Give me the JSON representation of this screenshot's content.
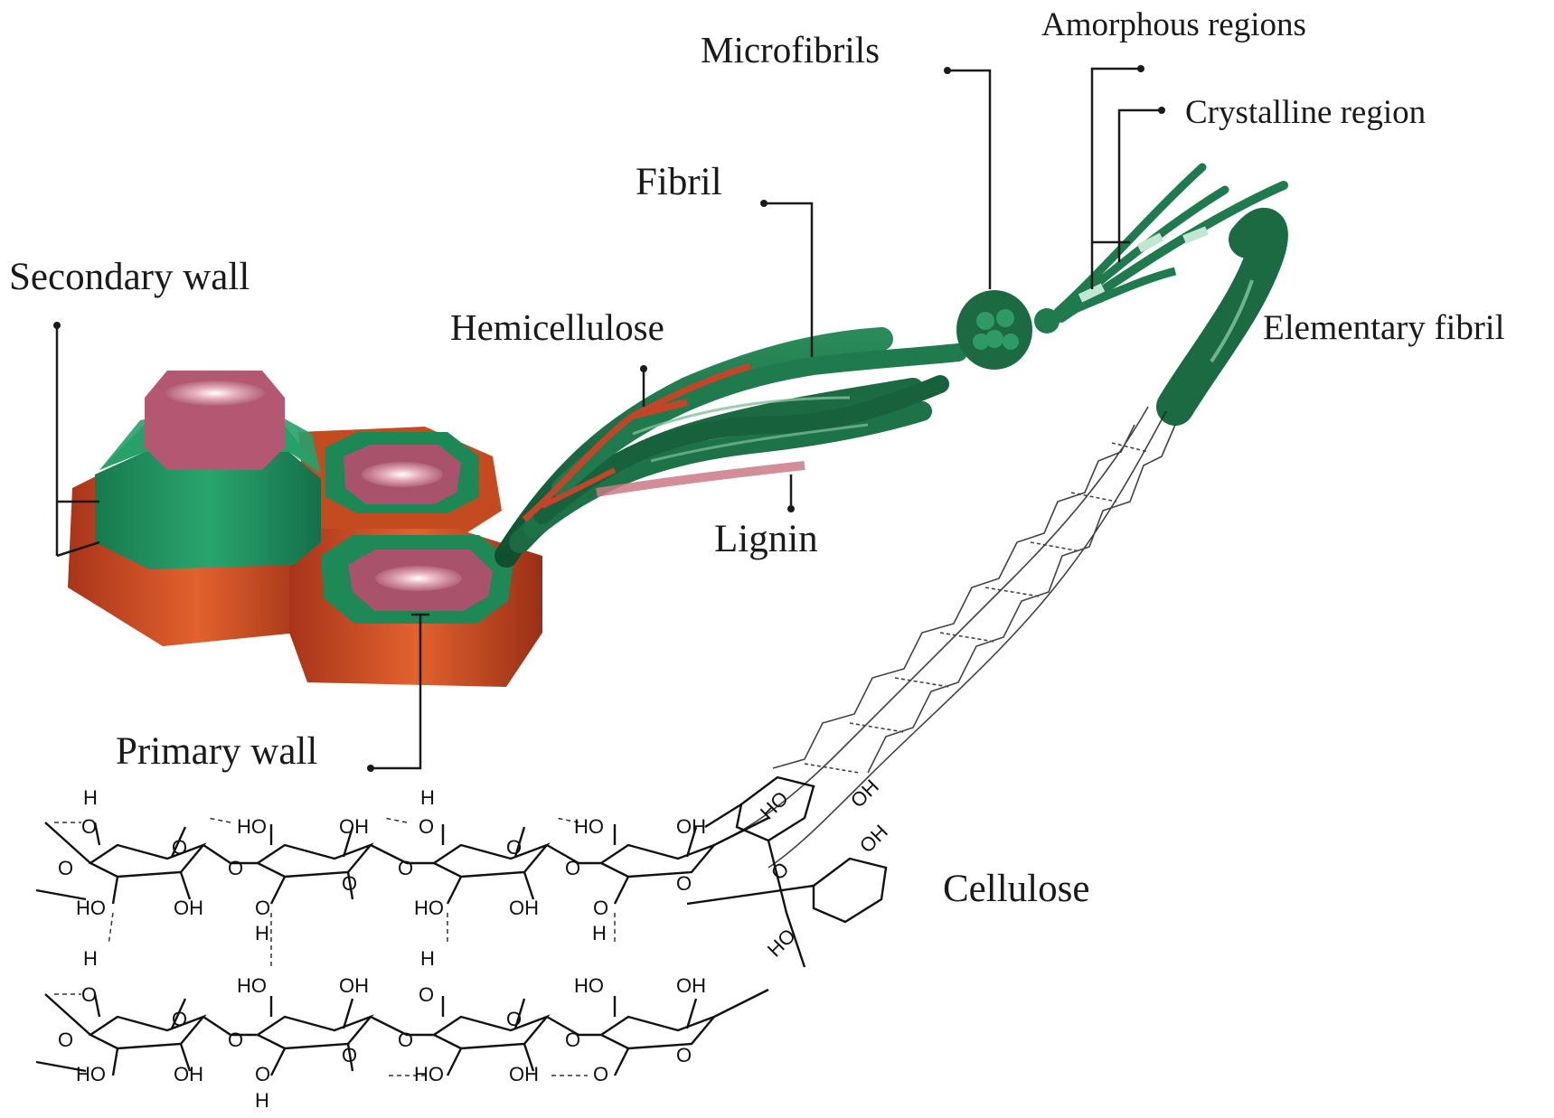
{
  "labels": {
    "secondary_wall": "Secondary wall",
    "primary_wall": "Primary wall",
    "hemicellulose": "Hemicellulose",
    "lignin": "Lignin",
    "fibril": "Fibril",
    "microfibrils": "Microfibrils",
    "amorphous_regions": "Amorphous regions",
    "crystalline_region": "Crystalline region",
    "elementary_fibril": "Elementary fibril",
    "cellulose": "Cellulose"
  },
  "atoms": {
    "oxygen": "O",
    "hydrogen": "H",
    "hydroxyl_left": "HO",
    "hydroxyl_right": "OH"
  },
  "colors": {
    "cell_wall_outer": "#c8461c",
    "cell_wall_green": "#1f8a5b",
    "lumen_pink": "#b05a72",
    "fiber_green": "#1d6e45",
    "hemicellulose_red": "#c2452a",
    "lignin_pink": "#c97a86",
    "leader_line": "#1a1a1a"
  }
}
